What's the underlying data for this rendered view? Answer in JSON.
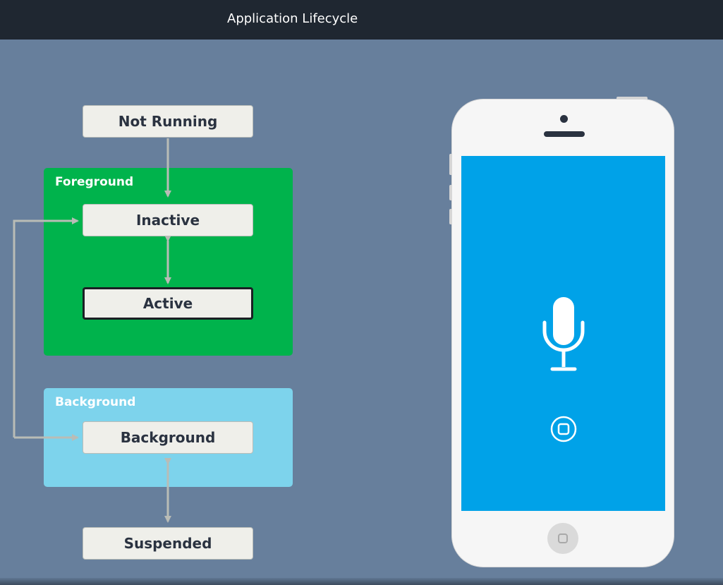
{
  "window": {
    "title": "Application Lifecycle"
  },
  "diagram": {
    "groups": {
      "foreground": {
        "label": "Foreground",
        "color": "#00b34c"
      },
      "background": {
        "label": "Background",
        "color": "#7dd3ec"
      }
    },
    "states": {
      "not_running": "Not Running",
      "inactive": "Inactive",
      "active": "Active",
      "background": "Background",
      "suspended": "Suspended"
    },
    "current_state": "Active",
    "transitions": [
      {
        "from": "Not Running",
        "to": "Inactive",
        "direction": "one-way"
      },
      {
        "from": "Inactive",
        "to": "Active",
        "direction": "two-way"
      },
      {
        "from": "Background",
        "to": "Inactive",
        "direction": "one-way"
      },
      {
        "from": "Inactive",
        "to": "Background",
        "direction": "one-way"
      },
      {
        "from": "Background",
        "to": "Suspended",
        "direction": "two-way"
      }
    ],
    "arrow_color": "#b9bcb6"
  },
  "phone": {
    "screen_color": "#00a2e8",
    "screen_icons": [
      "microphone-icon",
      "home-square-icon"
    ]
  }
}
